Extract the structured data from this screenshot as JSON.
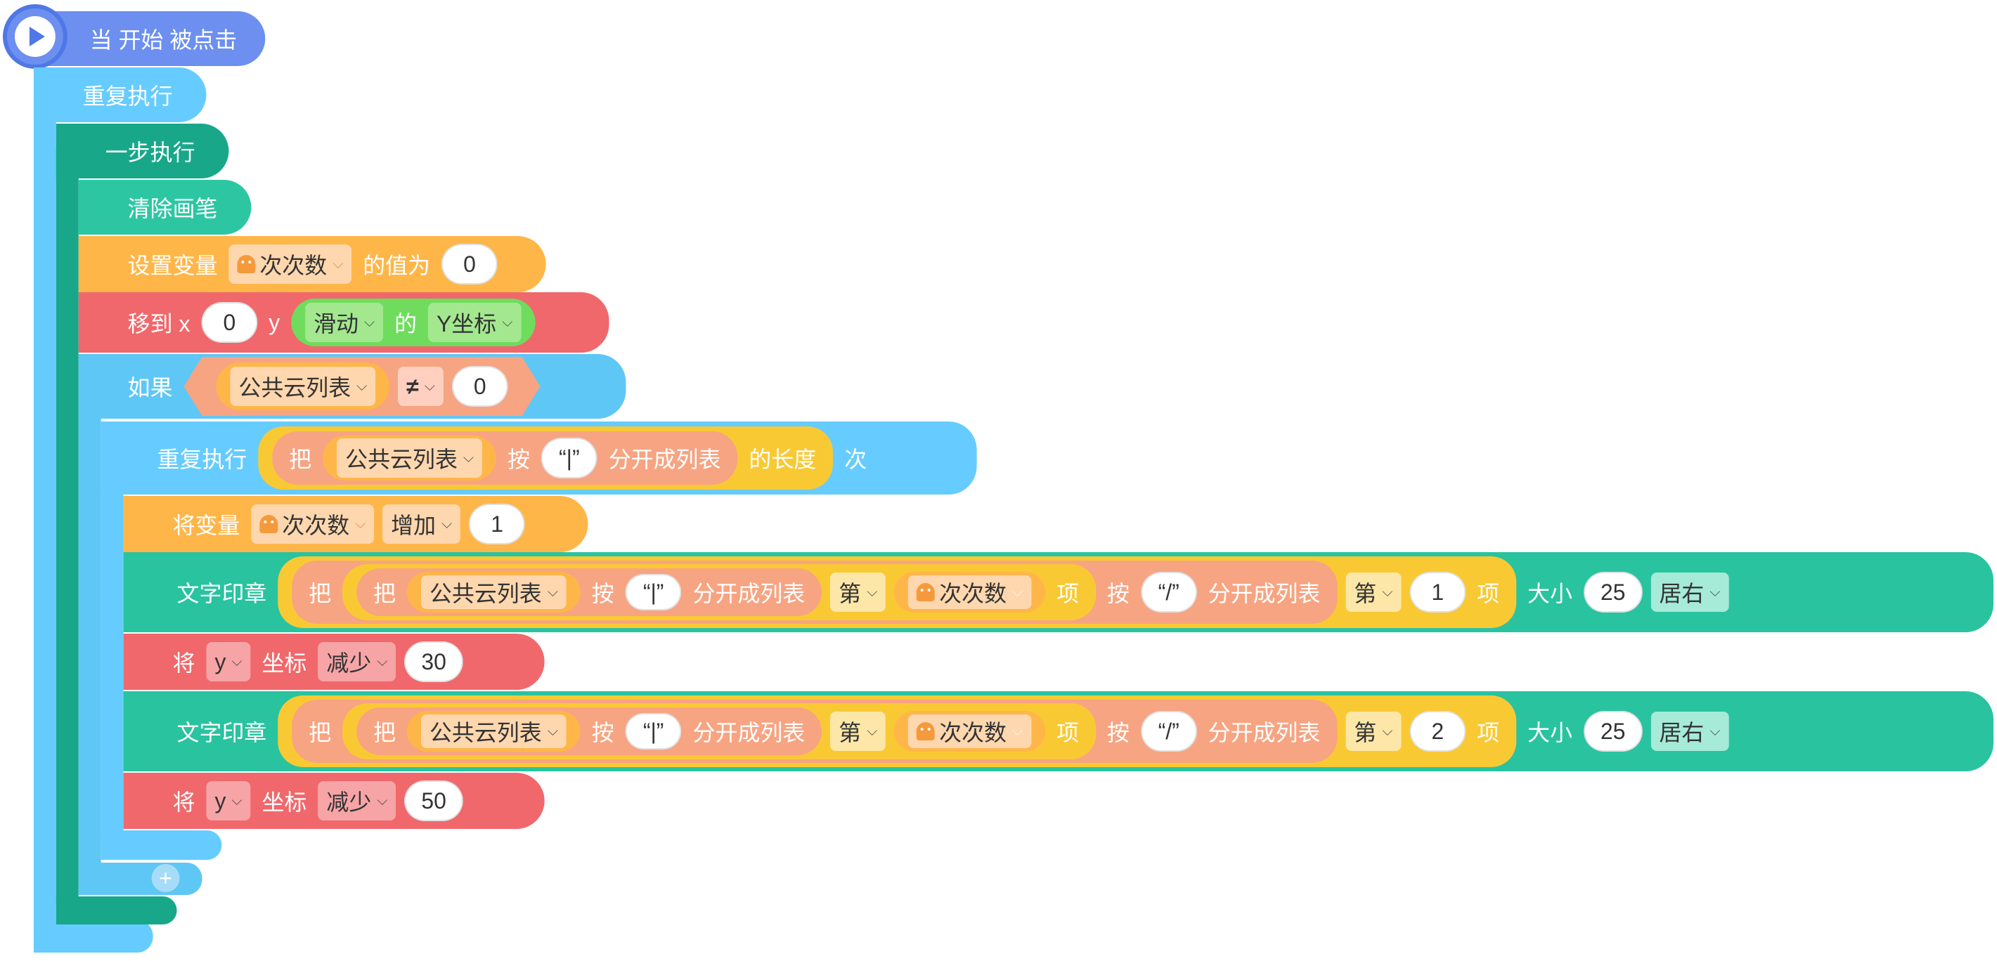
{
  "colors": {
    "event": "#6c8ff0",
    "repeat": "#66ccff",
    "step": "#18a889",
    "pen": "#2dc6a3",
    "variable": "#ffb649",
    "motion": "#f0686b",
    "if": "#5fc7f5",
    "list": "#f7a482",
    "listvar": "#ffd7ae",
    "stamp": "#29c3a0",
    "join": "#f9c934"
  },
  "blocks": {
    "start": {
      "label": "当 开始 被点击",
      "icon": "play-icon"
    },
    "repeat_forever": {
      "label": "重复执行"
    },
    "step_exec": {
      "label": "一步执行"
    },
    "clear_pen": {
      "label": "清除画笔"
    },
    "set_var": {
      "prefix": "设置变量",
      "var": "次次数",
      "middle": "的值为",
      "value": "0"
    },
    "move_to": {
      "prefix": "移到 x",
      "x": "0",
      "y_label": "y",
      "sprite": "滑动",
      "of": "的",
      "prop": "Y坐标"
    },
    "if_block": {
      "prefix": "如果",
      "list": "公共云列表",
      "op": "≠",
      "value": "0"
    },
    "repeat_n": {
      "prefix": "重复执行",
      "ba": "把",
      "list": "公共云列表",
      "an": "按",
      "sep": "“|”",
      "split": "分开成列表",
      "length": "的长度",
      "suffix": "次"
    },
    "change_var": {
      "prefix": "将变量",
      "var": "次次数",
      "op": "增加",
      "value": "1"
    },
    "stamp1": {
      "prefix": "文字印章",
      "ba1": "把",
      "ba2": "把",
      "list": "公共云列表",
      "an1": "按",
      "sep1": "“|”",
      "split1": "分开成列表",
      "di1": "第",
      "var": "次次数",
      "xiang1": "项",
      "an2": "按",
      "sep2": "“/”",
      "split2": "分开成列表",
      "di2": "第",
      "index": "1",
      "xiang2": "项",
      "size_label": "大小",
      "size": "25",
      "align": "居右"
    },
    "change_y1": {
      "prefix": "将",
      "axis": "y",
      "coord": "坐标",
      "op": "减少",
      "value": "30"
    },
    "stamp2": {
      "prefix": "文字印章",
      "ba1": "把",
      "ba2": "把",
      "list": "公共云列表",
      "an1": "按",
      "sep1": "“|”",
      "split1": "分开成列表",
      "di1": "第",
      "var": "次次数",
      "xiang1": "项",
      "an2": "按",
      "sep2": "“/”",
      "split2": "分开成列表",
      "di2": "第",
      "index": "2",
      "xiang2": "项",
      "size_label": "大小",
      "size": "25",
      "align": "居右"
    },
    "change_y2": {
      "prefix": "将",
      "axis": "y",
      "coord": "坐标",
      "op": "减少",
      "value": "50"
    },
    "add_button": {
      "label": "+"
    }
  }
}
